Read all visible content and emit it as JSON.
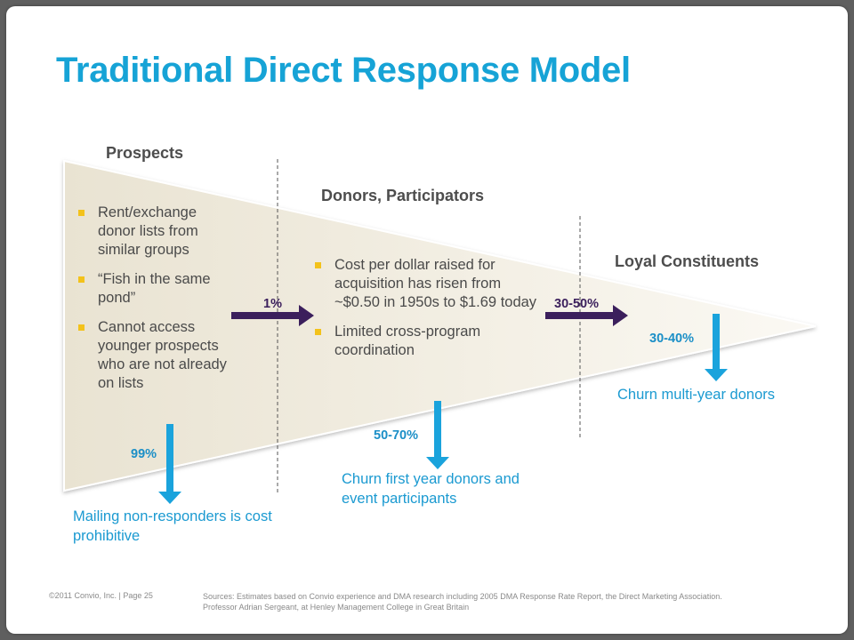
{
  "title": "Traditional Direct Response Model",
  "stages": {
    "prospects": "Prospects",
    "donors": "Donors, Participators",
    "loyal": "Loyal Constituents"
  },
  "prospects_bullets": [
    "Rent/exchange donor lists from similar groups",
    "“Fish in the same pond”",
    "Cannot access younger prospects who are not already on lists"
  ],
  "donors_bullets": [
    "Cost per dollar raised for acquisition has risen from ~$0.50 in 1950s to $1.69 today",
    "Limited cross-program coordination"
  ],
  "flows": {
    "to_donors": "1%",
    "to_loyal": "30-50%",
    "prospects_drop": "99%",
    "donors_drop": "50-70%",
    "loyal_drop": "30-40%"
  },
  "outcomes": {
    "prospects": "Mailing non-responders is cost prohibitive",
    "donors": "Churn first year donors and event participants",
    "loyal": "Churn multi-year donors"
  },
  "footer": {
    "copyright": "©2011 Convio, Inc.  |  Page  25",
    "sources": "Sources: Estimates based on Convio experience and DMA research including 2005 DMA Response Rate Report, the Direct Marketing Association.  Professor Adrian Sergeant, at Henley Management College in Great Britain"
  },
  "colors": {
    "title": "#16a3d6",
    "funnel_fill": "#f1ede2",
    "forward_arrow": "#3b1f5c",
    "churn_arrow": "#1aa3dc",
    "bullet": "#f3c21b"
  }
}
